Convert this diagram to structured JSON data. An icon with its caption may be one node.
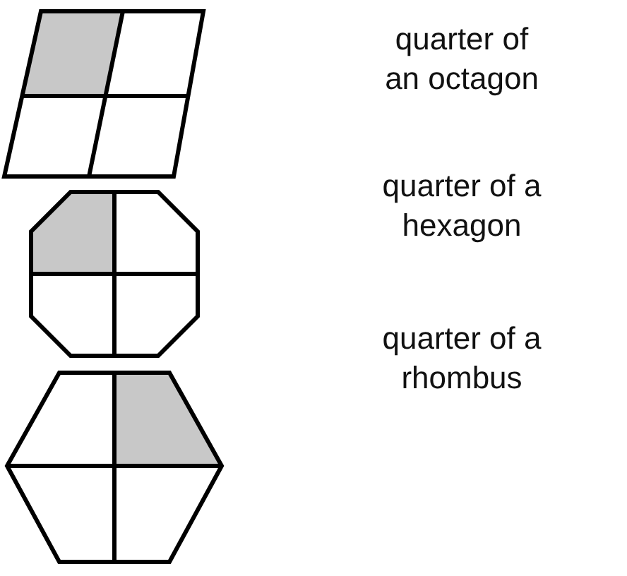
{
  "diagram": {
    "labels": [
      "quarter of an octagon",
      "quarter of a hexagon",
      "quarter of a rhombus"
    ]
  }
}
